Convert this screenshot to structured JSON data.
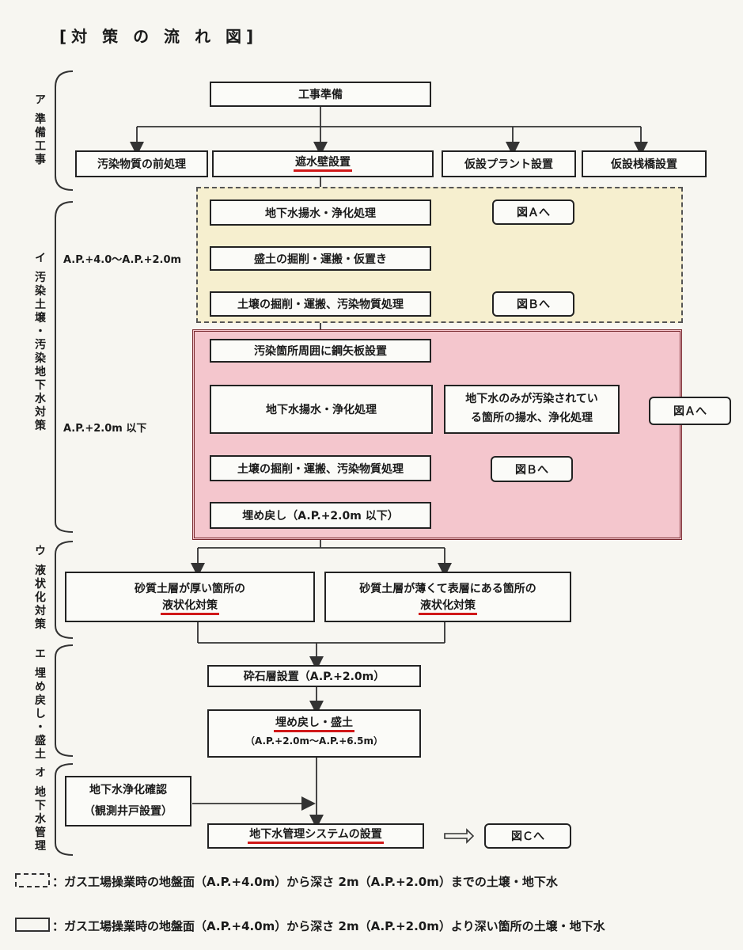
{
  "title": "[対 策 の 流 れ 図]",
  "sections": {
    "a": "ア 準備工事",
    "i": "イ 汚染土壌・汚染地下水対策",
    "u": "ウ 液状化対策",
    "e": "エ 埋め戻し・盛土",
    "o": "オ 地下水管理"
  },
  "range_labels": {
    "upper": "A.P.+4.0～A.P.+2.0m",
    "lower": "A.P.+2.0m 以下"
  },
  "nodes": {
    "kouji_junbi": "工事準備",
    "osen_maeshori": "汚染物質の前処理",
    "shasuiheki": "遮水壁設置",
    "kasetsu_plant": "仮設プラント設置",
    "kasetsu_sanbashi": "仮設桟橋設置",
    "y_chikasui": "地下水揚水・浄化処理",
    "y_morido": "盛土の掘削・運搬・仮置き",
    "y_dojou": "土壌の掘削・運搬、汚染物質処理",
    "p_kouyaita": "汚染箇所周囲に鋼矢板設置",
    "p_chikasui": "地下水揚水・浄化処理",
    "p_chikasui_only_1": "地下水のみが汚染されてい",
    "p_chikasui_only_2": "る箇所の揚水、浄化処理",
    "p_dojou": "土壌の掘削・運搬、汚染物質処理",
    "p_umemodoshi": "埋め戻し（A.P.+2.0m 以下）",
    "ekijo_atsui_1": "砂質土層が厚い箇所の",
    "ekijo_atsui_2": "液状化対策",
    "ekijo_usui_1": "砂質土層が薄くて表層にある箇所の",
    "ekijo_usui_2": "液状化対策",
    "saiseki": "砕石層設置（A.P.+2.0m）",
    "umemodoshi_morido": "埋め戻し・盛土",
    "umemodoshi_range": "（A.P.+2.0m～A.P.+6.5m）",
    "chikasui_kakunin_1": "地下水浄化確認",
    "chikasui_kakunin_2": "（観測井戸設置）",
    "kanri_system": "地下水管理システムの設置"
  },
  "refs": {
    "a1": "図Ａへ",
    "b1": "図Ｂへ",
    "a2": "図Ａへ",
    "b2": "図Ｂへ",
    "c": "図Ｃへ"
  },
  "legend": {
    "dashed": "：ガス工場操業時の地盤面（A.P.+4.0m）から深さ 2m（A.P.+2.0m）までの土壌・地下水",
    "solid": "：ガス工場操業時の地盤面（A.P.+4.0m）から深さ 2m（A.P.+2.0m）より深い箇所の土壌・地下水"
  },
  "colors": {
    "zone_dashed": "#f6efcf",
    "zone_solid": "#f4c6cd",
    "underline": "#d01818"
  }
}
